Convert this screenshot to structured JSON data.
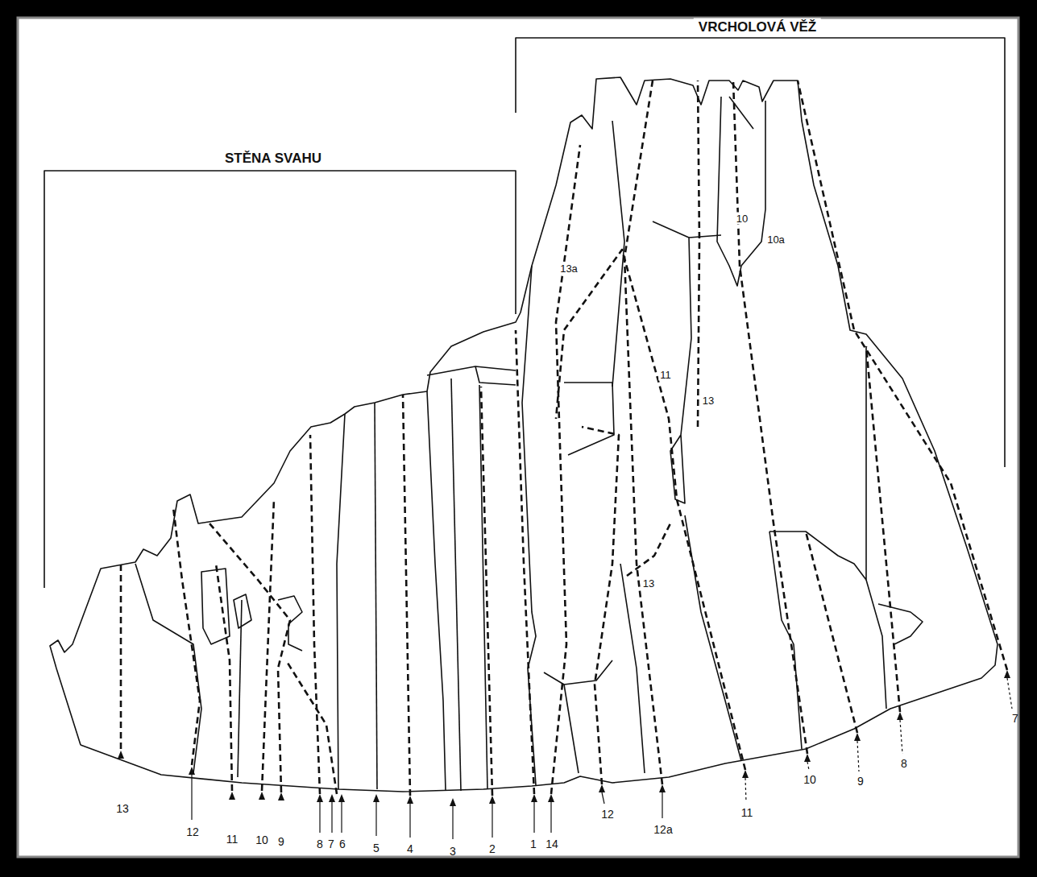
{
  "diagram": {
    "labels": [
      "VRCHOLOVÁ VĚŽ",
      "STĚNA SVAHU",
      "10",
      "10a",
      "13a",
      "11",
      "13",
      "13",
      "7",
      "13",
      "12",
      "11",
      "10",
      "9",
      "8",
      "7",
      "6",
      "5",
      "4",
      "3",
      "2",
      "1",
      "14",
      "12",
      "12a",
      "11",
      "10",
      "9",
      "8"
    ]
  }
}
